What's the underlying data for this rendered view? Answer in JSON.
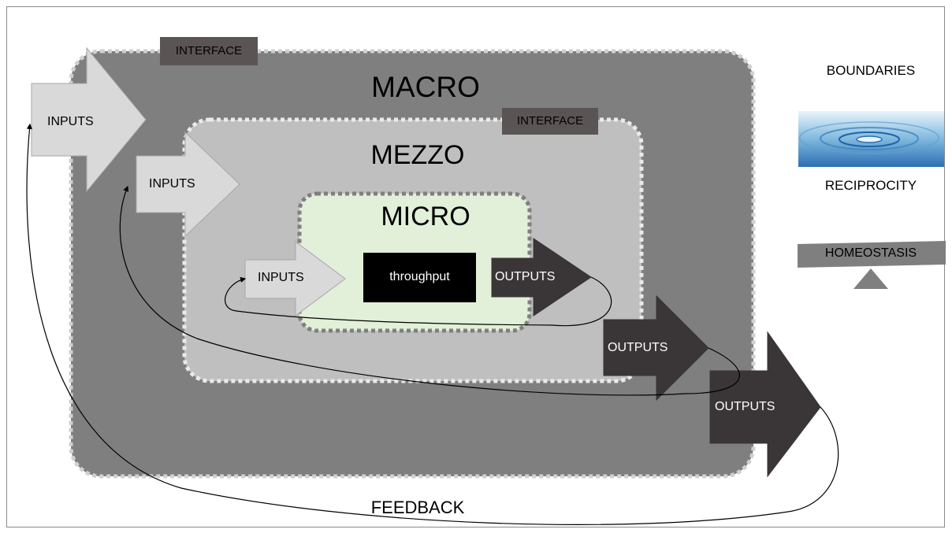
{
  "diagram": {
    "levels": {
      "macro": "MACRO",
      "mezzo": "MEZZO",
      "micro": "MICRO"
    },
    "interface_labels": {
      "macro": "INTERFACE",
      "mezzo": "INTERFACE"
    },
    "inputs": {
      "macro": "INPUTS",
      "mezzo": "INPUTS",
      "micro": "INPUTS"
    },
    "outputs": {
      "micro": "OUTPUTS",
      "mezzo": "OUTPUTS",
      "macro": "OUTPUTS"
    },
    "throughput": "throughput",
    "feedback": "FEEDBACK"
  },
  "legend": {
    "boundaries": "BOUNDARIES",
    "reciprocity": "RECIPROCITY",
    "homeostasis": "HOMEOSTASIS",
    "reciprocity_image": "water-ripple-image",
    "homeostasis_icon": "balance-scale-icon"
  },
  "colors": {
    "macro_fill": "#7f7f7f",
    "mezzo_fill": "#bfbfbf",
    "micro_fill": "#e2efd9",
    "inputs_fill": "#d9d9d9",
    "outputs_fill": "#3a3536",
    "interface_fill": "#5b5455",
    "throughput_fill": "#000000"
  }
}
